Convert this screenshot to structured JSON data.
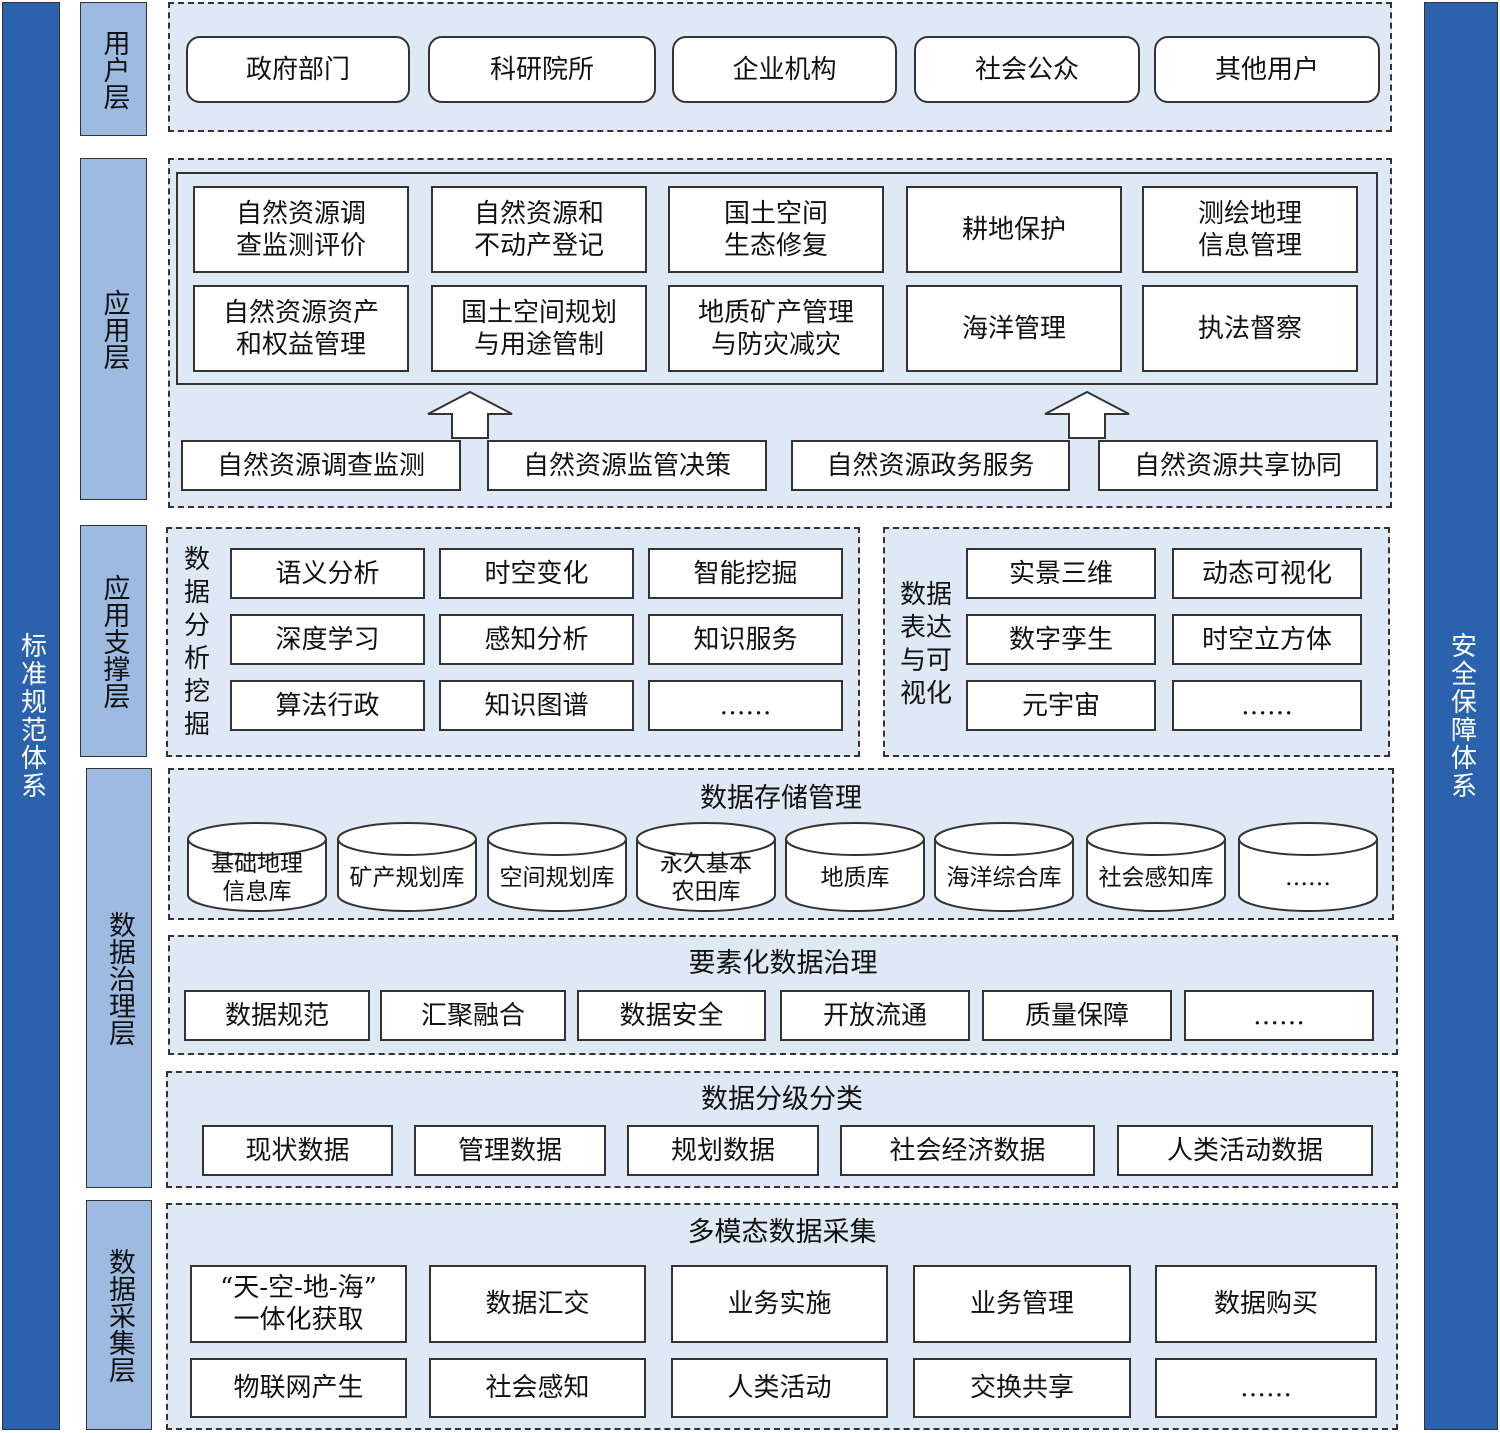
{
  "sides": {
    "left": "标准规范体系",
    "right": "安全保障体系"
  },
  "layers": {
    "user": "用户层",
    "app": "应用层",
    "support": "应用支撑层",
    "governance": "数据治理层",
    "collection": "数据采集层"
  },
  "users": [
    "政府部门",
    "科研院所",
    "企业机构",
    "社会公众",
    "其他用户"
  ],
  "apps": [
    "自然资源调\n查监测评价",
    "自然资源和\n不动产登记",
    "国土空间\n生态修复",
    "耕地保护",
    "测绘地理\n信息管理",
    "自然资源资产\n和权益管理",
    "国土空间规划\n与用途管制",
    "地质矿产管理\n与防灾减灾",
    "海洋管理",
    "执法督察"
  ],
  "app_base": [
    "自然资源调查监测",
    "自然资源监管决策",
    "自然资源政务服务",
    "自然资源共享协同"
  ],
  "analysis": {
    "label": "数\n据\n分\n析\n挖\n掘",
    "items": [
      "语义分析",
      "时空变化",
      "智能挖掘",
      "深度学习",
      "感知分析",
      "知识服务",
      "算法行政",
      "知识图谱",
      "……"
    ]
  },
  "visual": {
    "label": "数据\n表达\n与可\n视化",
    "items": [
      "实景三维",
      "动态可视化",
      "数字孪生",
      "时空立方体",
      "元宇宙",
      "……"
    ]
  },
  "storage": {
    "title": "数据存储管理",
    "items": [
      "基础地理\n信息库",
      "矿产规划库",
      "空间规划库",
      "永久基本\n农田库",
      "地质库",
      "海洋综合库",
      "社会感知库",
      "……"
    ]
  },
  "governance": {
    "title": "要素化数据治理",
    "items": [
      "数据规范",
      "汇聚融合",
      "数据安全",
      "开放流通",
      "质量保障",
      "……"
    ]
  },
  "classify": {
    "title": "数据分级分类",
    "items": [
      "现状数据",
      "管理数据",
      "规划数据",
      "社会经济数据",
      "人类活动数据"
    ]
  },
  "collect": {
    "title": "多模态数据采集",
    "items": [
      "“天-空-地-海”\n一体化获取",
      "数据汇交",
      "业务实施",
      "业务管理",
      "数据购买",
      "物联网产生",
      "社会感知",
      "人类活动",
      "交换共享",
      "……"
    ]
  },
  "colors": {
    "side": "#2a62ad",
    "layer": "#9dbbe0",
    "panel": "#dfe8f5"
  }
}
